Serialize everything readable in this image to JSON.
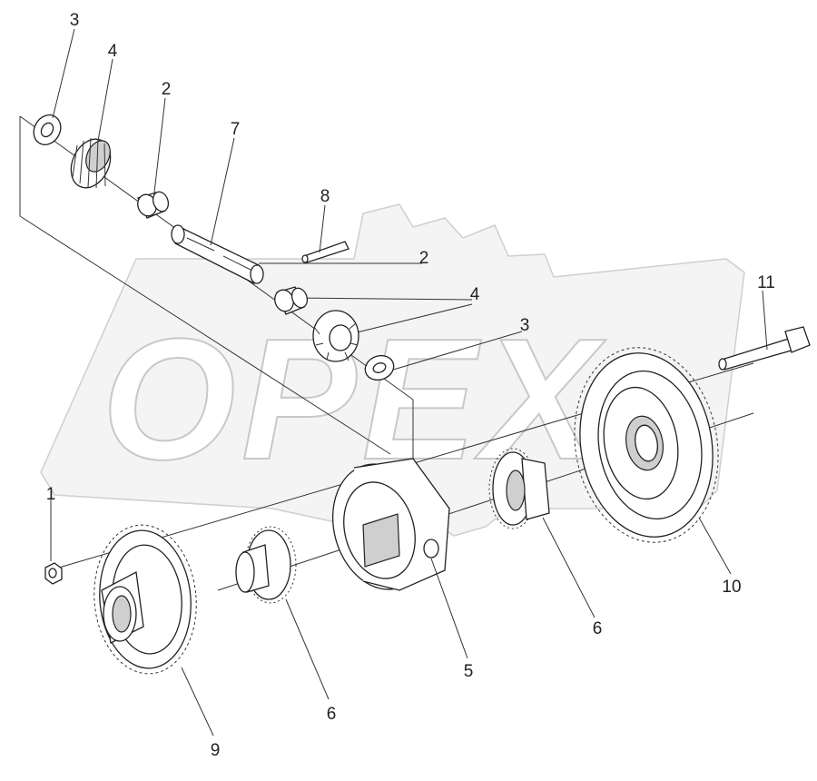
{
  "watermark": "OPEX",
  "callouts": {
    "c1": "1",
    "c2a": "2",
    "c2b": "2",
    "c3a": "3",
    "c3b": "3",
    "c4a": "4",
    "c4b": "4",
    "c5": "5",
    "c6a": "6",
    "c6b": "6",
    "c7": "7",
    "c8": "8",
    "c9": "9",
    "c10": "10",
    "c11": "11"
  }
}
